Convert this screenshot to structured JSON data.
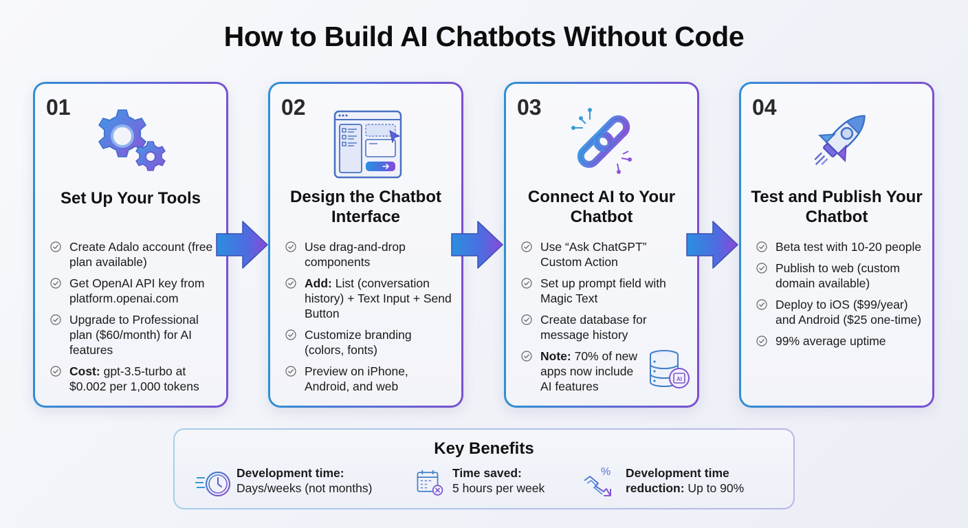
{
  "title": "How to Build AI Chatbots Without Code",
  "colors": {
    "accent_blue": "#2f8fd3",
    "accent_purple": "#7b4fcf",
    "text": "#111111"
  },
  "steps": [
    {
      "number": "01",
      "icon": "gears-icon",
      "title": "Set Up Your Tools",
      "items": [
        {
          "bold": "",
          "text": "Create Adalo account (free plan available)"
        },
        {
          "bold": "",
          "text": "Get OpenAI API key from platform.openai.com"
        },
        {
          "bold": "",
          "text": "Upgrade to Professional plan ($60/month) for AI features"
        },
        {
          "bold": "Cost:",
          "text": " gpt-3.5-turbo at $0.002 per 1,000 tokens"
        }
      ]
    },
    {
      "number": "02",
      "icon": "interface-design-icon",
      "title": "Design the Chatbot Interface",
      "items": [
        {
          "bold": "",
          "text": "Use drag-and-drop components"
        },
        {
          "bold": "Add:",
          "text": " List (conversation history) + Text Input + Send Button"
        },
        {
          "bold": "",
          "text": "Customize branding (colors, fonts)"
        },
        {
          "bold": "",
          "text": "Preview on iPhone, Android, and web"
        }
      ]
    },
    {
      "number": "03",
      "icon": "chain-link-icon",
      "title": "Connect AI to Your Chatbot",
      "items": [
        {
          "bold": "",
          "text": "Use “Ask ChatGPT” Custom Action"
        },
        {
          "bold": "",
          "text": "Set up prompt field with Magic Text"
        },
        {
          "bold": "",
          "text": "Create database for message history"
        },
        {
          "bold": "Note:",
          "text": " 70% of new apps now include AI features"
        }
      ]
    },
    {
      "number": "04",
      "icon": "rocket-icon",
      "title": "Test and Publish Your Chatbot",
      "items": [
        {
          "bold": "",
          "text": "Beta test with 10-20 people"
        },
        {
          "bold": "",
          "text": "Publish to web (custom domain available)"
        },
        {
          "bold": "",
          "text": "Deploy to iOS ($99/year) and Android ($25 one-time)"
        },
        {
          "bold": "",
          "text": "99% average uptime"
        }
      ]
    }
  ],
  "benefits": {
    "title": "Key Benefits",
    "items": [
      {
        "icon": "stopwatch-icon",
        "bold": "Development time:",
        "text": "Days/weeks (not months)"
      },
      {
        "icon": "calendar-x-icon",
        "bold": "Time saved:",
        "text": "5 hours per week"
      },
      {
        "icon": "percent-down-trend-icon",
        "bold": "Development time reduction:",
        "text": " Up to 90%"
      }
    ]
  }
}
